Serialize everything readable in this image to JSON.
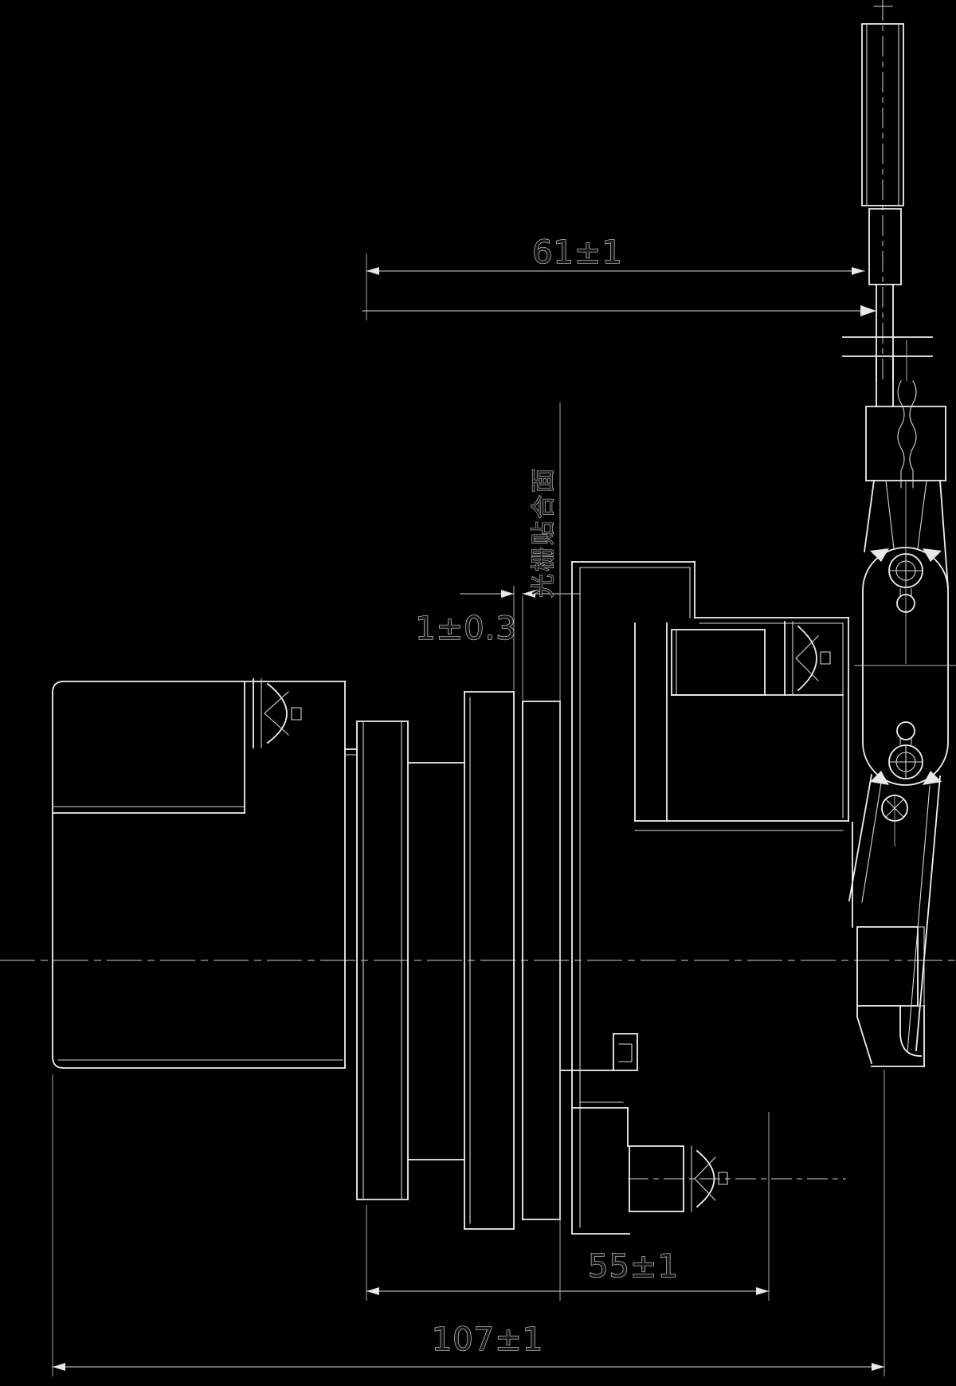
{
  "meta": {
    "drawing_type": "engineering-cross-section",
    "background_color": "#000000",
    "line_color": "#f0f0f0",
    "text_outline_color": "#cdcdcd"
  },
  "dimensions": {
    "top_width": "61±1",
    "gap": "1±0.3",
    "mid_width": "55±1",
    "overall_width": "107±1"
  },
  "labels": {
    "surface_note": "光栅贴合面"
  }
}
